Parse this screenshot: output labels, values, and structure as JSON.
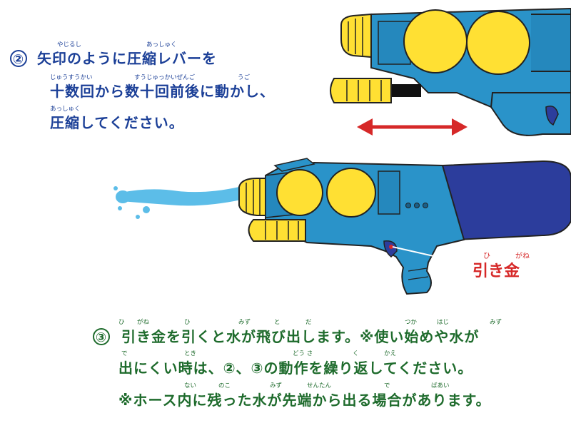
{
  "step2": {
    "number": "②",
    "line1": "矢印のように圧縮レバーを",
    "line2": "十数回から数十回前後に動かし、",
    "line3": "圧縮してください。",
    "ruby": {
      "yajirushi": "やじるし",
      "asshuku1": "あっしゅく",
      "juusuukai": "じゅうすうかい",
      "suujukkai_zengo": "すうじゅっかいぜんご",
      "ugo": "うご",
      "asshuku2": "あっしゅく"
    }
  },
  "trigger_label": {
    "text": "引き金",
    "ruby_hi": "ひ",
    "ruby_gane": "がね"
  },
  "step3": {
    "number": "③",
    "line1": "引き金を引くと水が飛び出します。※使い始めや水が",
    "line2": "出にくい時は、②、③の動作を繰り返してください。",
    "line3": "※ホース内に残った水が先端から出る場合があります。",
    "ruby": {
      "hi": "ひ",
      "gane": "がね",
      "hi2": "ひ",
      "mizu": "みず",
      "to": "と",
      "da": "だ",
      "tsuka": "つか",
      "haji": "はじ",
      "mizu2": "みず",
      "de": "で",
      "toki": "とき",
      "dousa": "どう さ",
      "ku": "く",
      "kae": "かえ",
      "nai": "ない",
      "noko": "のこ",
      "mizu3": "みず",
      "sentan": "せんたん",
      "de2": "で",
      "baai": "ばあい"
    }
  },
  "colors": {
    "step2_text": "#1b3f97",
    "step3_text": "#1e6b2c",
    "gun_body": "#2a93c9",
    "tank": "#2c3d9c",
    "yellow": "#ffe033",
    "arrow": "#d62828",
    "water": "#5cbde8"
  }
}
